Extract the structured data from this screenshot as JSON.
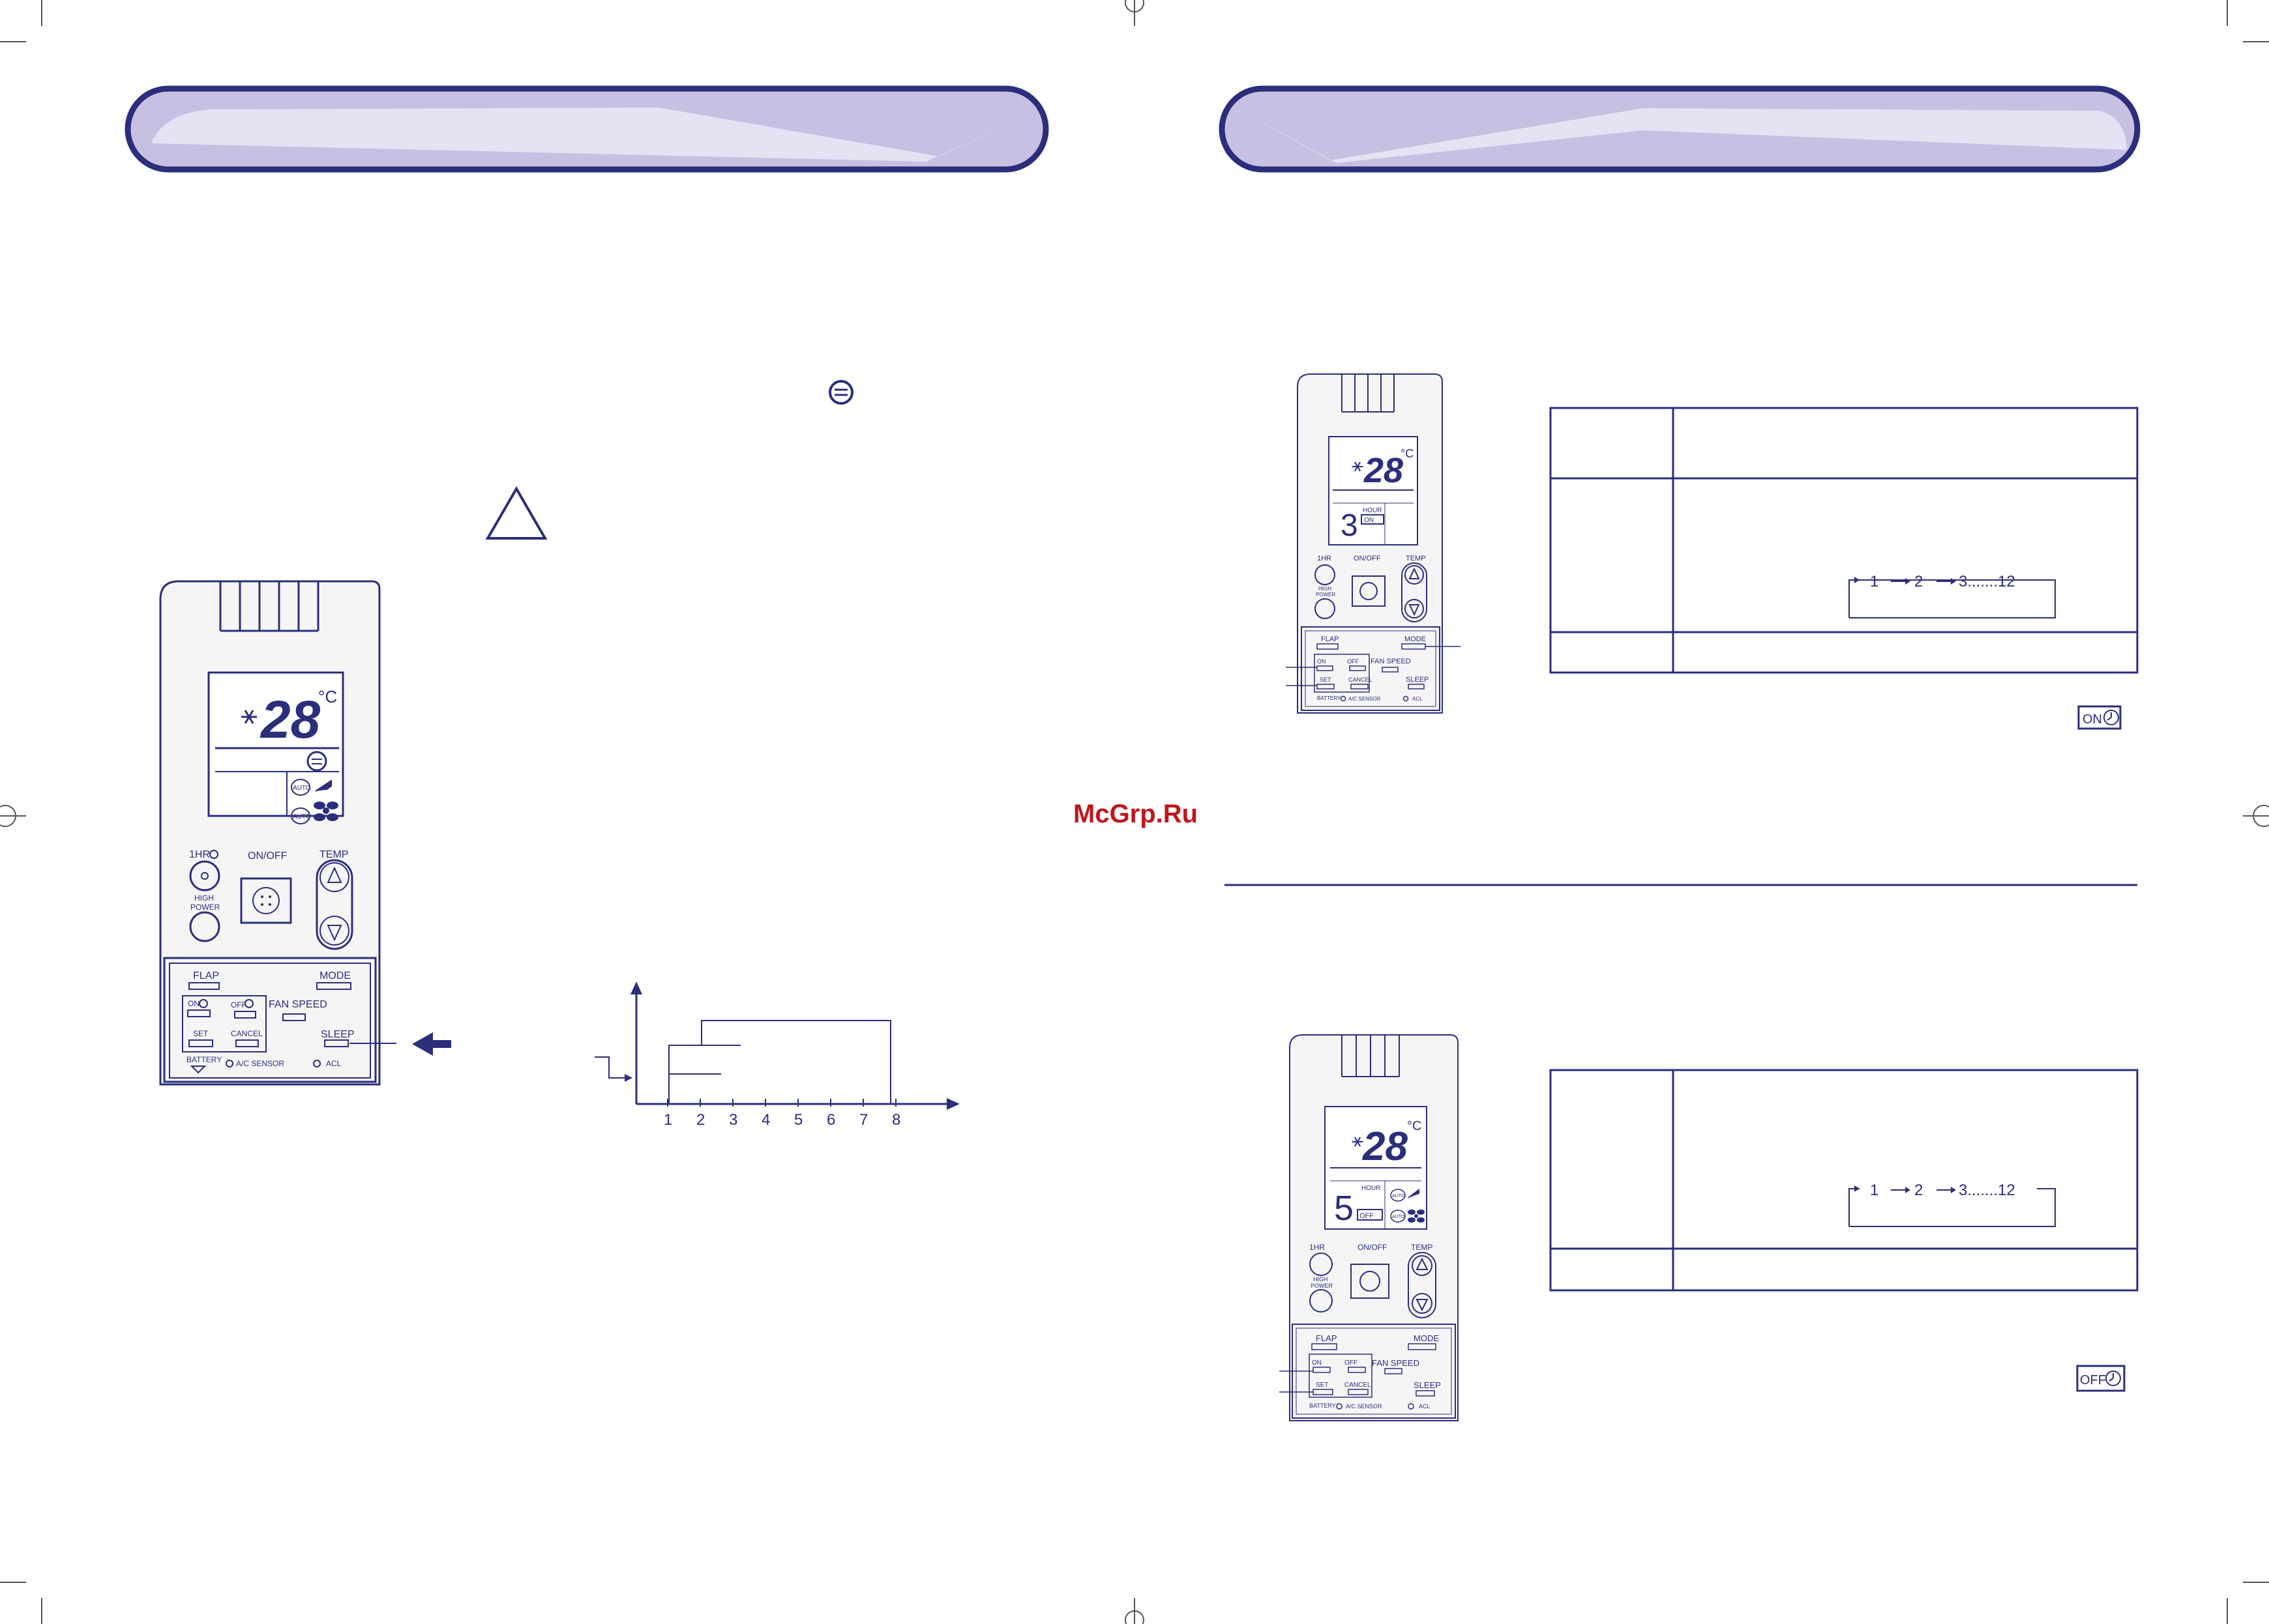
{
  "watermark": "McGrp.Ru",
  "colors": {
    "ink": "#2b2e7a",
    "banner_fill": "#c8c0e2",
    "banner_light": "#e6e1f3",
    "panel_bg": "#f5f5f5",
    "lcd_bg": "#ffffff"
  },
  "remote_large": {
    "temp": "28",
    "unit": "°C",
    "auto1": "AUTO",
    "auto2": "AUTO",
    "btn_1hr": "1HR",
    "btn_onoff": "ON/OFF",
    "btn_temp": "TEMP",
    "btn_high": "HIGH",
    "btn_power": "POWER",
    "btn_flap": "FLAP",
    "btn_mode": "MODE",
    "btn_on": "ON",
    "btn_off": "OFF",
    "btn_fanspeed": "FAN SPEED",
    "btn_set": "SET",
    "btn_cancel": "CANCEL",
    "btn_sleep": "SLEEP",
    "btn_battery": "BATTERY",
    "btn_acsensor": "A/C SENSOR",
    "btn_acl": "ACL"
  },
  "sleep_chart": {
    "type": "line",
    "x_ticks": [
      "1",
      "2",
      "3",
      "4",
      "5",
      "6",
      "7",
      "8"
    ]
  },
  "remote_on": {
    "temp": "28",
    "unit": "°C",
    "hour": "HOUR",
    "digit": "3",
    "timer": "ON"
  },
  "remote_off": {
    "temp": "28",
    "unit": "°C",
    "hour": "HOUR",
    "digit": "5",
    "timer": "OFF",
    "auto1": "AUTO",
    "auto2": "AUTO"
  },
  "remote_small_buttons": {
    "btn_1hr": "1HR",
    "btn_onoff": "ON/OFF",
    "btn_temp": "TEMP",
    "btn_high": "HIGH",
    "btn_power": "POWER",
    "btn_flap": "FLAP",
    "btn_mode": "MODE",
    "btn_on": "ON",
    "btn_off": "OFF",
    "btn_fanspeed": "FAN SPEED",
    "btn_set": "SET",
    "btn_cancel": "CANCEL",
    "btn_sleep": "SLEEP",
    "btn_battery": "BATTERY",
    "btn_acsensor": "A/C SENSOR",
    "btn_acl": "ACL"
  },
  "timer_on": {
    "seq_1": "1",
    "seq_2": "2",
    "seq_3": "3.......12",
    "badge": "ON"
  },
  "timer_off": {
    "seq_1": "1",
    "seq_2": "2",
    "seq_3": "3.......12",
    "badge": "OFF"
  }
}
